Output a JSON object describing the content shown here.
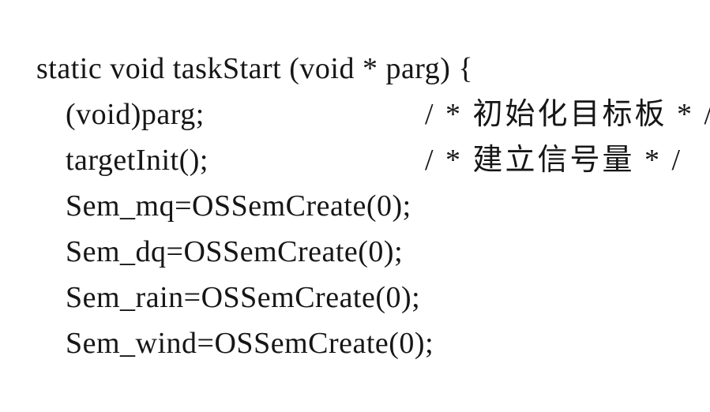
{
  "document": {
    "type": "scanned C code listing",
    "language": "C"
  },
  "colors": {
    "background": "#ffffff",
    "text": "#161616"
  },
  "code": {
    "lines": [
      {
        "text": "static void taskStart (void * parg) {",
        "indent": 0,
        "comment": ""
      },
      {
        "text": "(void)parg;",
        "indent": 1,
        "comment": ""
      },
      {
        "text": "targetInit();",
        "indent": 1,
        "comment": "/ * 初始化目标板 * /"
      },
      {
        "text": "Sem_mq=OSSemCreate(0);",
        "indent": 1,
        "comment": "/ * 建立信号量 * /"
      },
      {
        "text": "Sem_dq=OSSemCreate(0);",
        "indent": 1,
        "comment": ""
      },
      {
        "text": "Sem_rain=OSSemCreate(0);",
        "indent": 1,
        "comment": ""
      },
      {
        "text": "Sem_wind=OSSemCreate(0);",
        "indent": 1,
        "comment": ""
      }
    ]
  }
}
